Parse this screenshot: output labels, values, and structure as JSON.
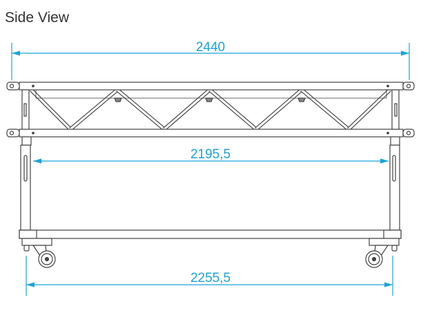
{
  "title": "Side View",
  "dimensions": {
    "overall_length": "2440",
    "inner_leg_span": "2195,5",
    "caster_span": "2255,5"
  },
  "colors": {
    "dimension": "#1aa3d9",
    "outline": "#444444"
  }
}
